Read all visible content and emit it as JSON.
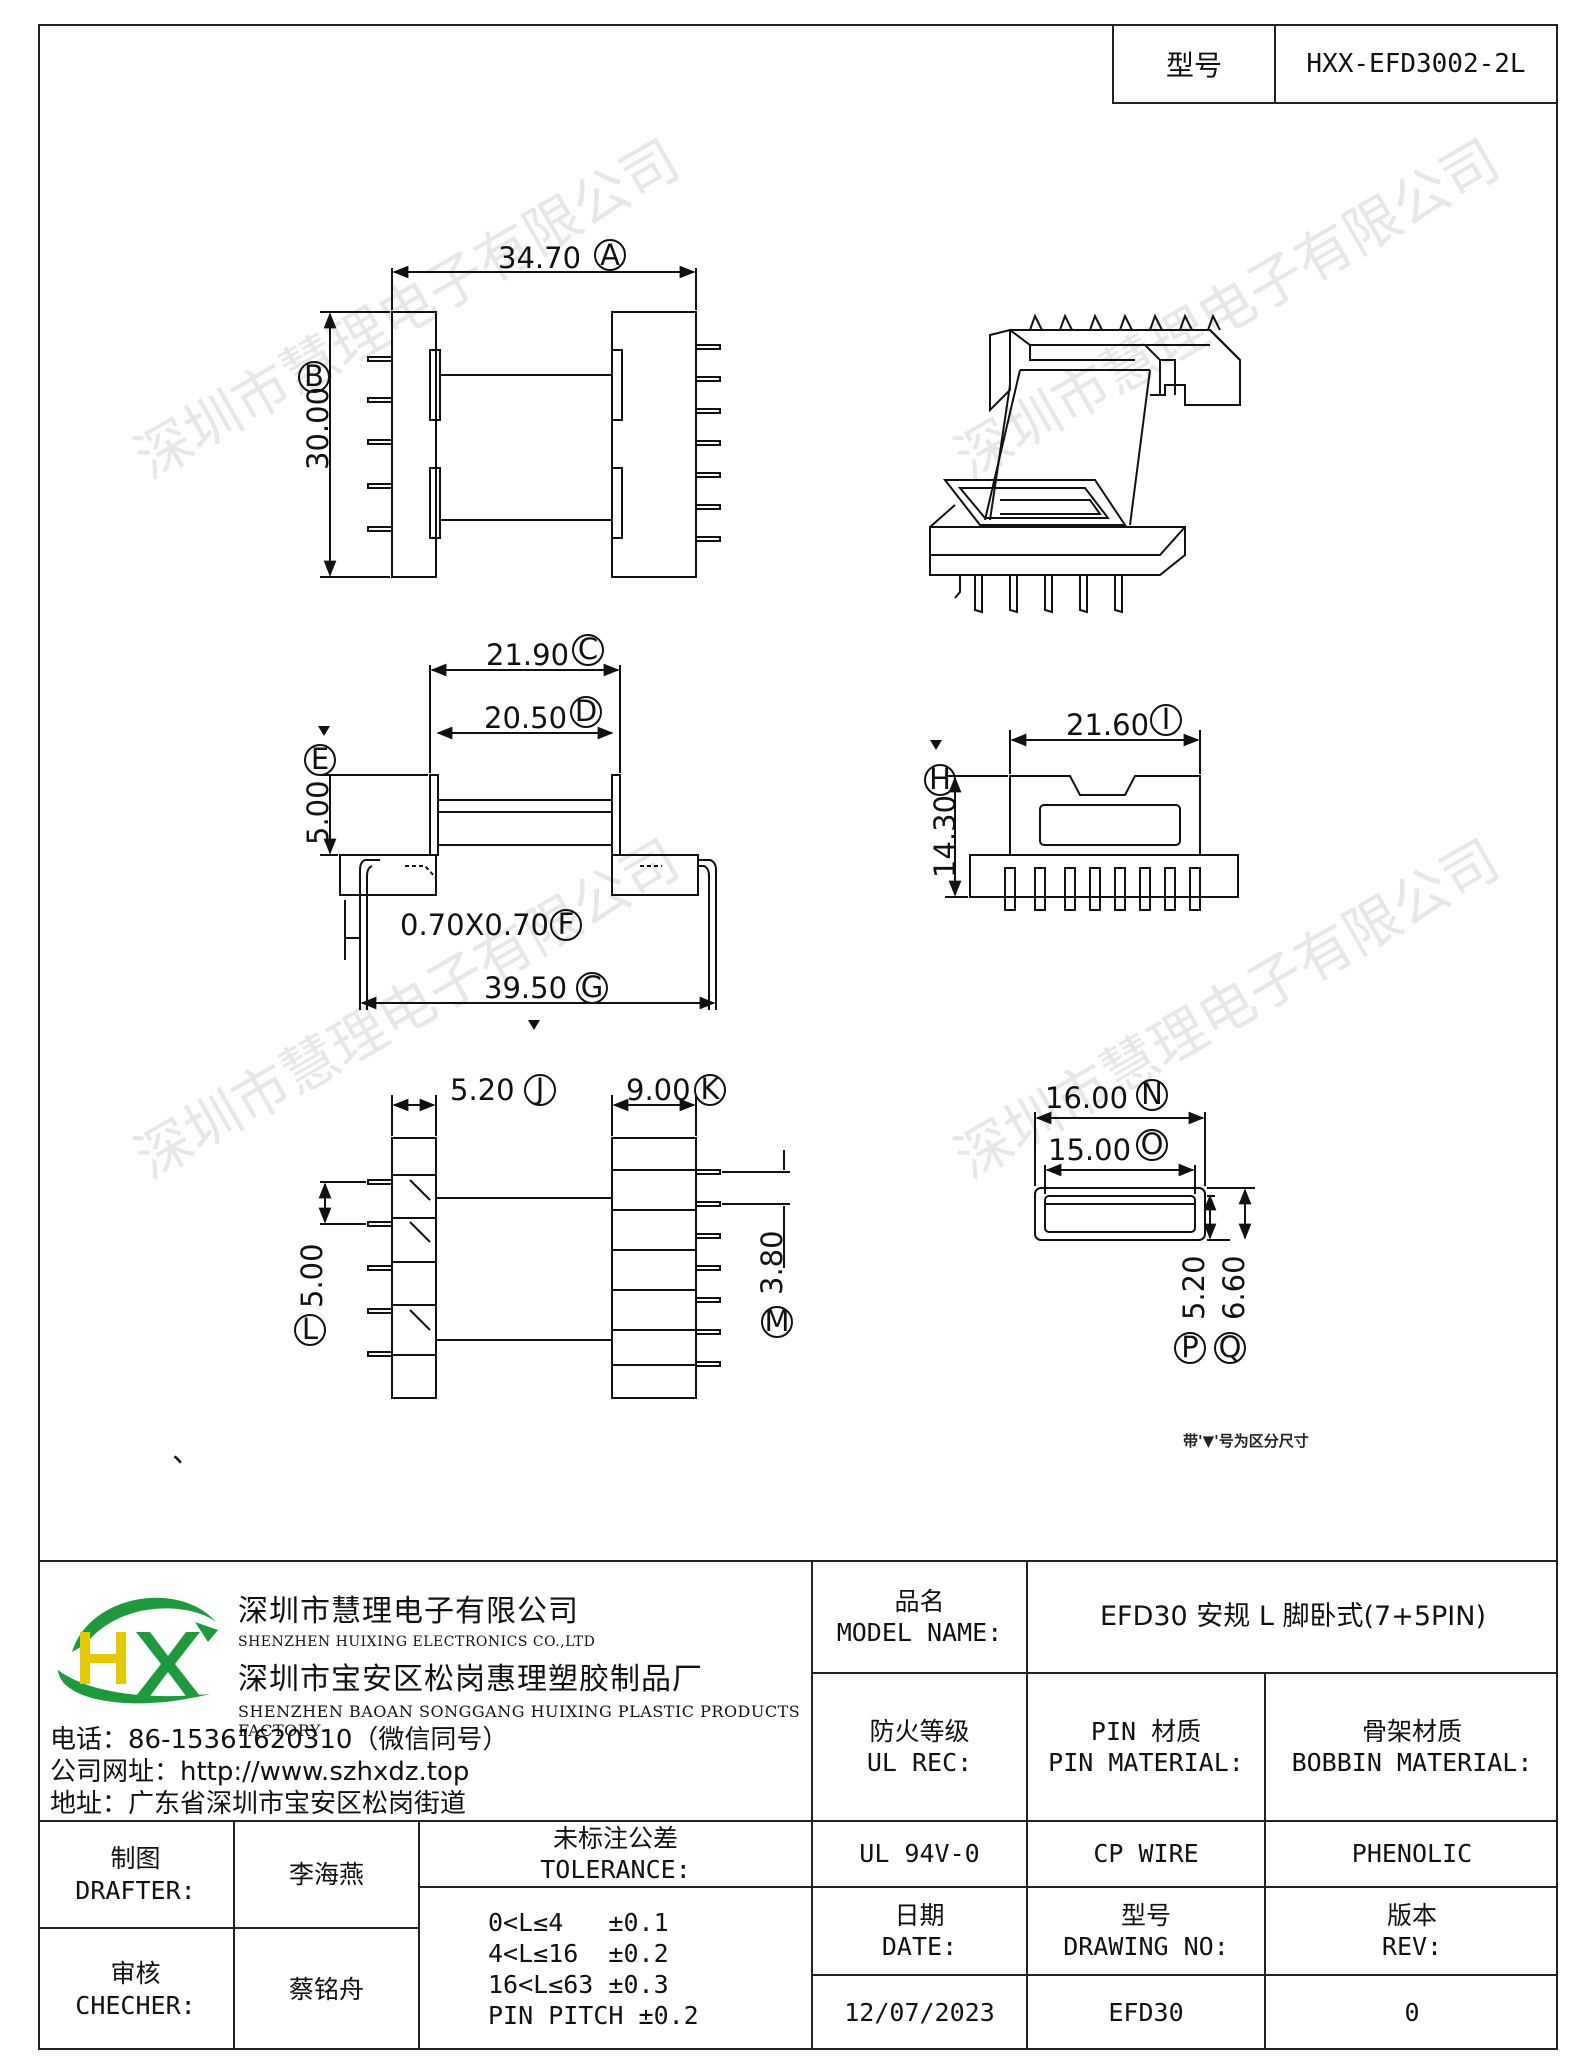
{
  "header": {
    "model_label": "型号",
    "model_value": "HXX-EFD3002-2L"
  },
  "dimensions": {
    "A": "34.70",
    "B": "30.00",
    "C": "21.90",
    "D": "20.50",
    "E": "5.00",
    "F": "0.70X0.70",
    "G": "39.50",
    "H": "14.30",
    "I": "21.60",
    "J": "5.20",
    "K": "9.00",
    "L": "5.00",
    "M": "3.80",
    "N": "16.00",
    "O": "15.00",
    "P": "5.20",
    "Q": "6.60"
  },
  "dimension_letters": {
    "A": "A",
    "B": "B",
    "C": "C",
    "D": "D",
    "E": "E",
    "F": "F",
    "G": "G",
    "H": "H",
    "I": "I",
    "J": "J",
    "K": "K",
    "L": "L",
    "M": "M",
    "N": "N",
    "O": "O",
    "P": "P",
    "Q": "Q"
  },
  "note": "带'▼'号为区分尺寸",
  "watermark": "深圳市慧理电子有限公司",
  "company": {
    "name_cn": "深圳市慧理电子有限公司",
    "name_en": "SHENZHEN HUIXING ELECTRONICS CO.,LTD",
    "factory_cn": "深圳市宝安区松岗惠理塑胶制品厂",
    "factory_en": "SHENZHEN BAOAN SONGGANG HUIXING PLASTIC PRODUCTS FACTORY",
    "phone": "电话：86-15361620310（微信同号）",
    "website": "公司网址：http://www.szhxdz.top",
    "address": "地址：广东省深圳市宝安区松岗街道",
    "logo_text": "HX",
    "colors": {
      "green": "#1e9a3c",
      "yellow": "#e6c800"
    }
  },
  "title_block": {
    "model_name_label_cn": "品名",
    "model_name_label_en": "MODEL NAME:",
    "model_name_value": "EFD30 安规 L 脚卧式(7+5PIN)",
    "ul_rec_label_cn": "防火等级",
    "ul_rec_label_en": "UL REC:",
    "pin_material_label_cn": "PIN 材质",
    "pin_material_label_en": "PIN MATERIAL:",
    "bobbin_material_label_cn": "骨架材质",
    "bobbin_material_label_en": "BOBBIN MATERIAL:",
    "ul_rec_value": "UL 94V-0",
    "pin_material_value": "CP WIRE",
    "bobbin_material_value": "PHENOLIC",
    "drafter_label_cn": "制图",
    "drafter_label_en": "DRAFTER:",
    "drafter_value": "李海燕",
    "checker_label_cn": "审核",
    "checker_label_en": "CHECHER:",
    "checker_value": "蔡铭舟",
    "tolerance_label_cn": "未标注公差",
    "tolerance_label_en": "TOLERANCE:",
    "tolerance_rows": [
      "0<L≤4   ±0.1",
      "4<L≤16  ±0.2",
      "16<L≤63 ±0.3",
      "PIN PITCH ±0.2"
    ],
    "date_label_cn": "日期",
    "date_label_en": "DATE:",
    "date_value": "12/07/2023",
    "drawing_no_label_cn": "型号",
    "drawing_no_label_en": "DRAWING NO:",
    "drawing_no_value": "EFD30",
    "rev_label_cn": "版本",
    "rev_label_en": "REV:",
    "rev_value": "0"
  }
}
